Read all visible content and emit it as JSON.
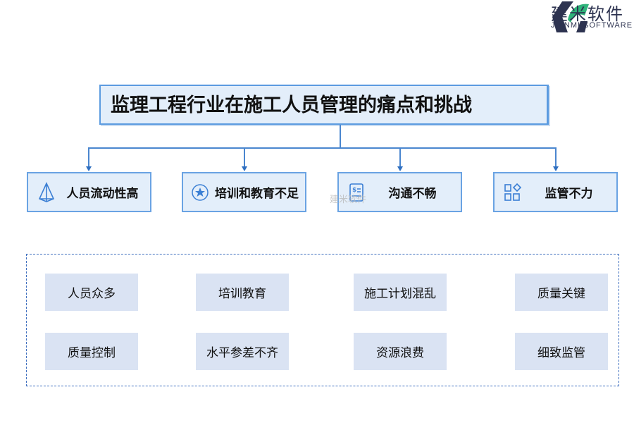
{
  "logo": {
    "name_cn": "建米软件",
    "name_en": "JIANMI SOFTWARE"
  },
  "title": "监理工程行业在施工人员管理的痛点和挑战",
  "categories": [
    {
      "label": "人员流动性高",
      "icon": "pyramid-icon"
    },
    {
      "label": "培训和教育不足",
      "icon": "star-badge-icon"
    },
    {
      "label": "沟通不畅",
      "icon": "document-dollar-icon"
    },
    {
      "label": "监管不力",
      "icon": "grid-diamond-icon"
    }
  ],
  "items_row1": [
    "人员众多",
    "培训教育",
    "施工计划混乱",
    "质量关键"
  ],
  "items_row2": [
    "质量控制",
    "水平参差不齐",
    "资源浪费",
    "细致监管"
  ],
  "colors": {
    "accent": "#4a86cf",
    "box": "#e3eefa",
    "item": "#dae3f3"
  }
}
